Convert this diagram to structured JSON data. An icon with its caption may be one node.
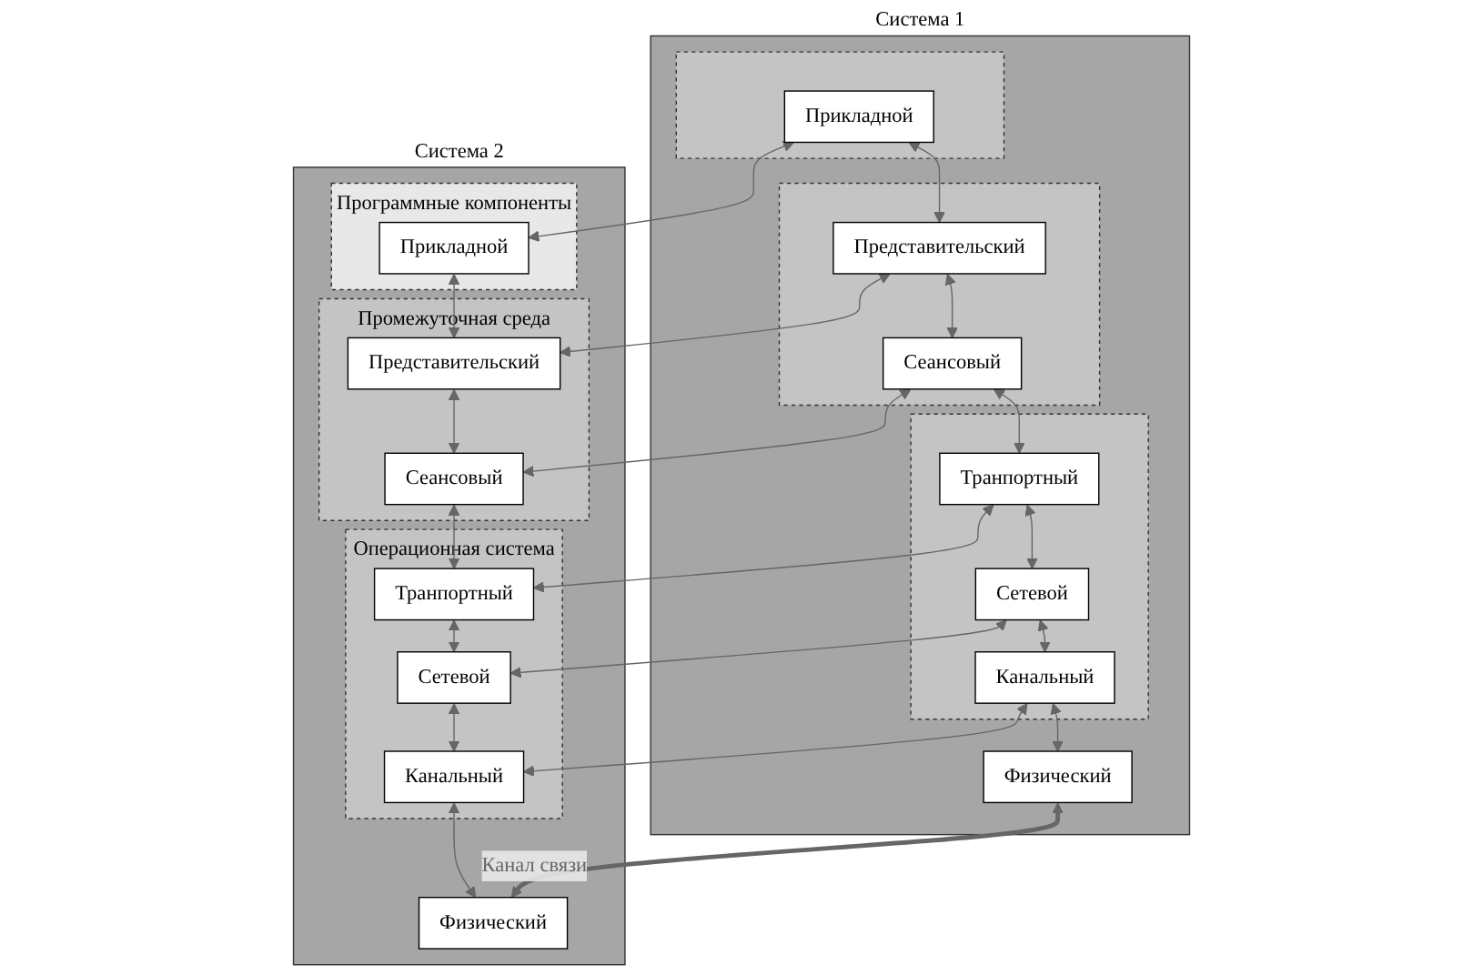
{
  "diagram": {
    "nodes": [
      {
        "text": [
          "Система 1"
        ]
      },
      {
        "text": [],
        "shape": "box",
        "in": 0
      },
      {
        "text": [
          "Прикладной"
        ],
        "in": 1
      },
      {
        "text": [],
        "shape": "box",
        "in": 0
      },
      {
        "text": [
          "Представительский"
        ],
        "in": 3
      },
      {
        "text": [
          "Сеансовый"
        ],
        "in": 3
      },
      {
        "text": [],
        "shape": "box",
        "in": 0
      },
      {
        "text": [
          "Транпортный"
        ],
        "in": 6
      },
      {
        "text": [
          "Сетевой"
        ],
        "in": 6
      },
      {
        "text": [
          "Канальный"
        ],
        "in": 6
      },
      {
        "text": [
          "Физический"
        ],
        "in": 0
      },
      {
        "text": [
          "Система 2"
        ]
      },
      {
        "text": [
          "Программные компоненты"
        ],
        "in": 11
      },
      {
        "text": [
          "Прикладной"
        ],
        "in": 12
      },
      {
        "text": [
          "Промежуточная среда"
        ],
        "in": 11
      },
      {
        "text": [
          "Представительский"
        ],
        "in": 14
      },
      {
        "text": [
          "Сеансовый"
        ],
        "in": 14
      },
      {
        "text": [
          "Операционная система"
        ],
        "in": 11
      },
      {
        "text": [
          "Транпортный"
        ],
        "in": 17
      },
      {
        "text": [
          "Сетевой"
        ],
        "in": 17
      },
      {
        "text": [
          "Канальный"
        ],
        "in": 17
      },
      {
        "text": [
          "Физический"
        ],
        "in": 11
      }
    ],
    "edges": [
      {
        "from": 2,
        "to": 4,
        "arrow": "both"
      },
      {
        "from": 4,
        "to": 5,
        "arrow": "both"
      },
      {
        "from": 5,
        "to": 7,
        "arrow": "both"
      },
      {
        "from": 7,
        "to": 8,
        "arrow": "both"
      },
      {
        "from": 8,
        "to": 9,
        "arrow": "both"
      },
      {
        "from": 9,
        "to": 10,
        "arrow": "both"
      },
      {
        "from": 13,
        "to": 15,
        "arrow": "both"
      },
      {
        "from": 15,
        "to": 16,
        "arrow": "both"
      },
      {
        "from": 16,
        "to": 18,
        "arrow": "both"
      },
      {
        "from": 18,
        "to": 19,
        "arrow": "both"
      },
      {
        "from": 19,
        "to": 20,
        "arrow": "both"
      },
      {
        "from": 20,
        "to": 21,
        "arrow": "both"
      },
      {
        "from": 2,
        "to": 13,
        "arrow": "both"
      },
      {
        "from": 4,
        "to": 15,
        "arrow": "both"
      },
      {
        "from": 5,
        "to": 16,
        "arrow": "both"
      },
      {
        "from": 7,
        "to": 18,
        "arrow": "both"
      },
      {
        "from": 8,
        "to": 19,
        "arrow": "both"
      },
      {
        "from": 9,
        "to": 20,
        "arrow": "both"
      },
      {
        "from": 10,
        "to": 21,
        "arrow": "both",
        "label": "Канал связи",
        "style": "thick"
      }
    ]
  }
}
